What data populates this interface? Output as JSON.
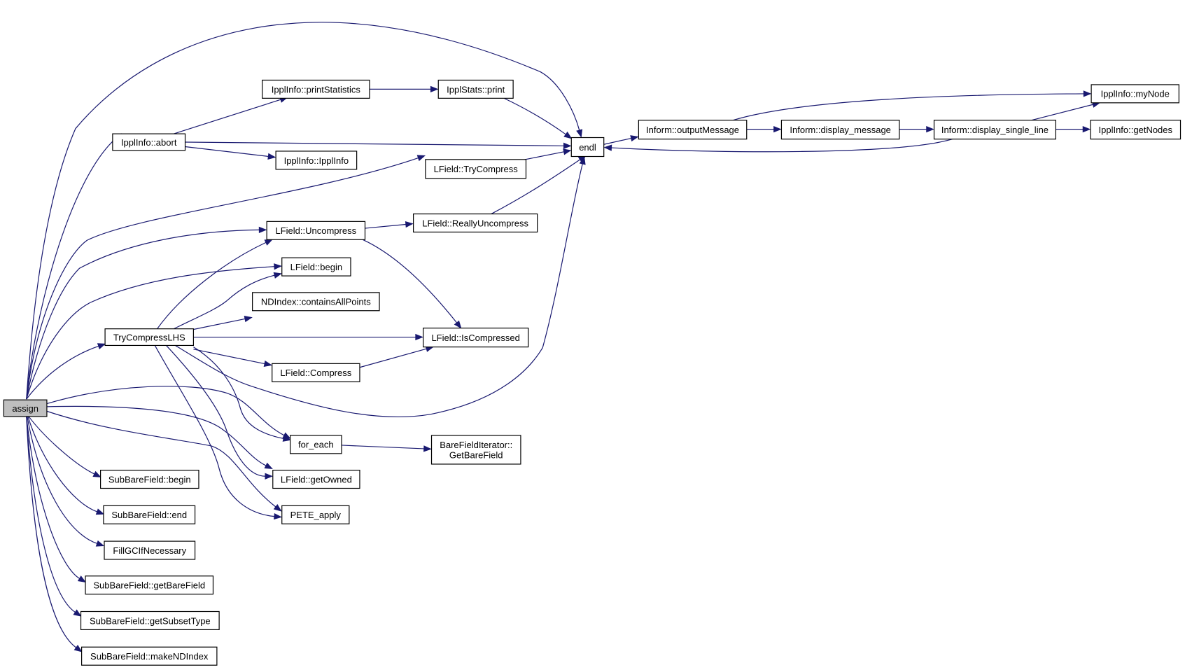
{
  "graph": {
    "nodes": [
      {
        "id": "assign",
        "lines": [
          "assign"
        ],
        "root": true
      },
      {
        "id": "ippl_abort",
        "lines": [
          "IpplInfo::abort"
        ]
      },
      {
        "id": "ippl_printstats",
        "lines": [
          "IpplInfo::printStatistics"
        ]
      },
      {
        "id": "stats_print",
        "lines": [
          "IpplStats::print"
        ]
      },
      {
        "id": "ippl_ctor",
        "lines": [
          "IpplInfo::IpplInfo"
        ]
      },
      {
        "id": "endl",
        "lines": [
          "endl"
        ]
      },
      {
        "id": "output_message",
        "lines": [
          "Inform::outputMessage"
        ]
      },
      {
        "id": "display_message",
        "lines": [
          "Inform::display_message"
        ]
      },
      {
        "id": "display_single_line",
        "lines": [
          "Inform::display_single_line"
        ]
      },
      {
        "id": "my_node",
        "lines": [
          "IpplInfo::myNode"
        ]
      },
      {
        "id": "get_nodes",
        "lines": [
          "IpplInfo::getNodes"
        ]
      },
      {
        "id": "try_compress",
        "lines": [
          "LField::TryCompress"
        ]
      },
      {
        "id": "uncompress",
        "lines": [
          "LField::Uncompress"
        ]
      },
      {
        "id": "really_uncompress",
        "lines": [
          "LField::ReallyUncompress"
        ]
      },
      {
        "id": "lfield_begin",
        "lines": [
          "LField::begin"
        ]
      },
      {
        "id": "contains_all",
        "lines": [
          "NDIndex::containsAllPoints"
        ]
      },
      {
        "id": "try_compress_lhs",
        "lines": [
          "TryCompressLHS"
        ]
      },
      {
        "id": "is_compressed",
        "lines": [
          "LField::IsCompressed"
        ]
      },
      {
        "id": "compress",
        "lines": [
          "LField::Compress"
        ]
      },
      {
        "id": "for_each",
        "lines": [
          "for_each"
        ]
      },
      {
        "id": "get_bare_field_iter",
        "lines": [
          "BareFieldIterator::",
          "GetBareField"
        ]
      },
      {
        "id": "get_owned",
        "lines": [
          "LField::getOwned"
        ]
      },
      {
        "id": "pete_apply",
        "lines": [
          "PETE_apply"
        ]
      },
      {
        "id": "sub_begin",
        "lines": [
          "SubBareField::begin"
        ]
      },
      {
        "id": "sub_end",
        "lines": [
          "SubBareField::end"
        ]
      },
      {
        "id": "fill_gc",
        "lines": [
          "FillGCIfNecessary"
        ]
      },
      {
        "id": "sub_get_bare_field",
        "lines": [
          "SubBareField::getBareField"
        ]
      },
      {
        "id": "sub_get_subset_type",
        "lines": [
          "SubBareField::getSubsetType"
        ]
      },
      {
        "id": "sub_make_ndindex",
        "lines": [
          "SubBareField::makeNDIndex"
        ]
      }
    ],
    "edges": [
      {
        "from": "assign",
        "to": "endl"
      },
      {
        "from": "assign",
        "to": "ippl_abort"
      },
      {
        "from": "assign",
        "to": "try_compress"
      },
      {
        "from": "assign",
        "to": "uncompress"
      },
      {
        "from": "assign",
        "to": "lfield_begin"
      },
      {
        "from": "assign",
        "to": "try_compress_lhs"
      },
      {
        "from": "assign",
        "to": "for_each"
      },
      {
        "from": "assign",
        "to": "get_owned"
      },
      {
        "from": "assign",
        "to": "pete_apply"
      },
      {
        "from": "assign",
        "to": "sub_begin"
      },
      {
        "from": "assign",
        "to": "sub_end"
      },
      {
        "from": "assign",
        "to": "fill_gc"
      },
      {
        "from": "assign",
        "to": "sub_get_bare_field"
      },
      {
        "from": "assign",
        "to": "sub_get_subset_type"
      },
      {
        "from": "assign",
        "to": "sub_make_ndindex"
      },
      {
        "from": "ippl_abort",
        "to": "ippl_printstats"
      },
      {
        "from": "ippl_abort",
        "to": "endl"
      },
      {
        "from": "ippl_abort",
        "to": "ippl_ctor"
      },
      {
        "from": "ippl_printstats",
        "to": "stats_print"
      },
      {
        "from": "stats_print",
        "to": "endl"
      },
      {
        "from": "endl",
        "to": "output_message"
      },
      {
        "from": "output_message",
        "to": "display_message"
      },
      {
        "from": "output_message",
        "to": "my_node"
      },
      {
        "from": "display_message",
        "to": "display_single_line"
      },
      {
        "from": "display_single_line",
        "to": "endl"
      },
      {
        "from": "display_single_line",
        "to": "my_node"
      },
      {
        "from": "display_single_line",
        "to": "get_nodes"
      },
      {
        "from": "try_compress",
        "to": "endl"
      },
      {
        "from": "uncompress",
        "to": "really_uncompress"
      },
      {
        "from": "uncompress",
        "to": "is_compressed"
      },
      {
        "from": "really_uncompress",
        "to": "endl"
      },
      {
        "from": "try_compress_lhs",
        "to": "uncompress"
      },
      {
        "from": "try_compress_lhs",
        "to": "lfield_begin"
      },
      {
        "from": "try_compress_lhs",
        "to": "contains_all"
      },
      {
        "from": "try_compress_lhs",
        "to": "is_compressed"
      },
      {
        "from": "try_compress_lhs",
        "to": "compress"
      },
      {
        "from": "try_compress_lhs",
        "to": "endl"
      },
      {
        "from": "try_compress_lhs",
        "to": "for_each"
      },
      {
        "from": "try_compress_lhs",
        "to": "get_owned"
      },
      {
        "from": "try_compress_lhs",
        "to": "pete_apply"
      },
      {
        "from": "compress",
        "to": "is_compressed"
      },
      {
        "from": "for_each",
        "to": "get_bare_field_iter"
      }
    ]
  }
}
